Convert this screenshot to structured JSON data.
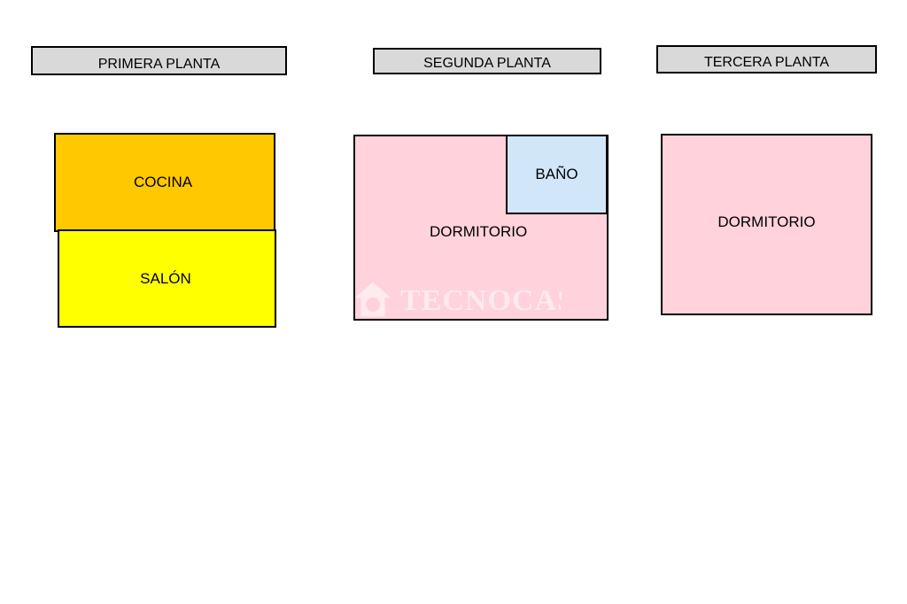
{
  "floors": [
    {
      "label": "PRIMERA PLANTA",
      "rooms": [
        {
          "label": "COCINA",
          "color": "#ffc800"
        },
        {
          "label": "SALÓN",
          "color": "#ffff00"
        }
      ]
    },
    {
      "label": "SEGUNDA PLANTA",
      "rooms": [
        {
          "label": "DORMITORIO",
          "color": "#ffd2dc"
        },
        {
          "label": "BAÑO",
          "color": "#d2e6fa"
        }
      ]
    },
    {
      "label": "TERCERA PLANTA",
      "rooms": [
        {
          "label": "DORMITORIO",
          "color": "#ffd2dc"
        }
      ]
    }
  ],
  "watermark": {
    "text": "TECNOCASA"
  }
}
